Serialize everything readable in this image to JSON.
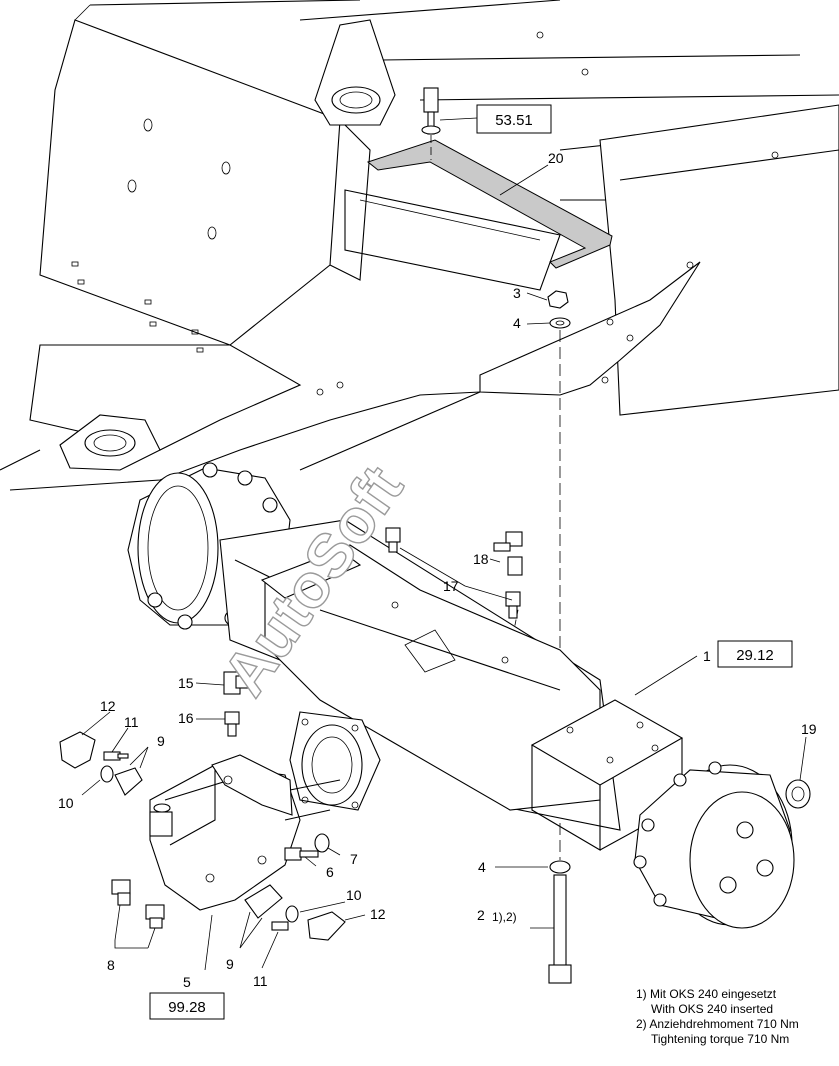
{
  "watermark": "AutoSoft",
  "references": {
    "r1": "53.51",
    "r2": "29.12",
    "r3": "99.28"
  },
  "callouts": {
    "c20": "20",
    "c3": "3",
    "c4a": "4",
    "c18": "18",
    "c17": "17",
    "c1": "1",
    "c15": "15",
    "c16": "16",
    "c12a": "12",
    "c11a": "11",
    "c9a": "9",
    "c10a": "10",
    "c7": "7",
    "c6": "6",
    "c19": "19",
    "c4b": "4",
    "c2": "2",
    "c2note": "1),2)",
    "c10b": "10",
    "c12b": "12",
    "c8": "8",
    "c9b": "9",
    "c5": "5",
    "c11b": "11"
  },
  "notes": [
    "1) Mit OKS 240 eingesetzt",
    "With OKS 240 inserted",
    "2) Anziehdrehmoment 710 Nm",
    "Tightening torque 710 Nm"
  ]
}
